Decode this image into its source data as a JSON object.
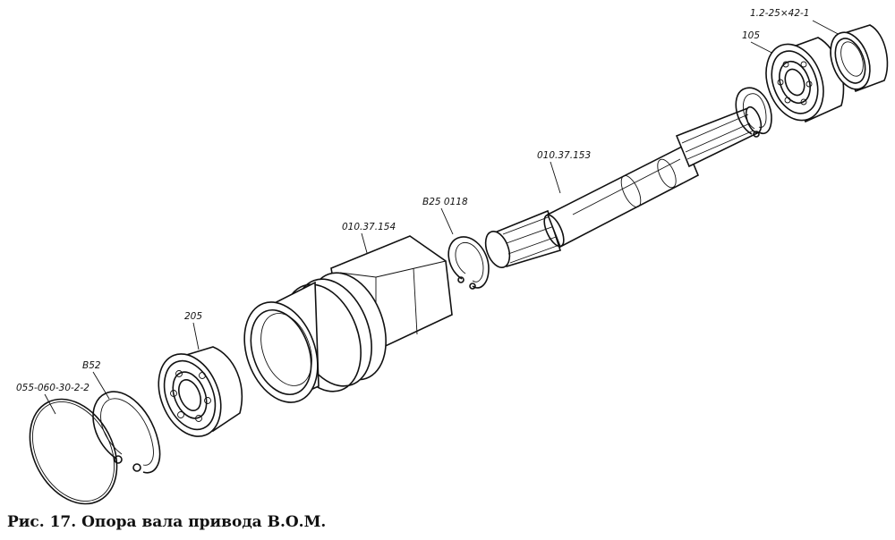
{
  "caption": "Рис. 17. Опора вала привода В.О.М.",
  "parts": {
    "seal_ring": "055-060-30-2-2",
    "circlip_large": "В52",
    "bearing_205": "205",
    "housing": "010.37.154",
    "circlip_small": "В25 0118",
    "shaft": "010.37.153",
    "bearing_105": "105",
    "cuff": "1.2-25×42-1"
  }
}
